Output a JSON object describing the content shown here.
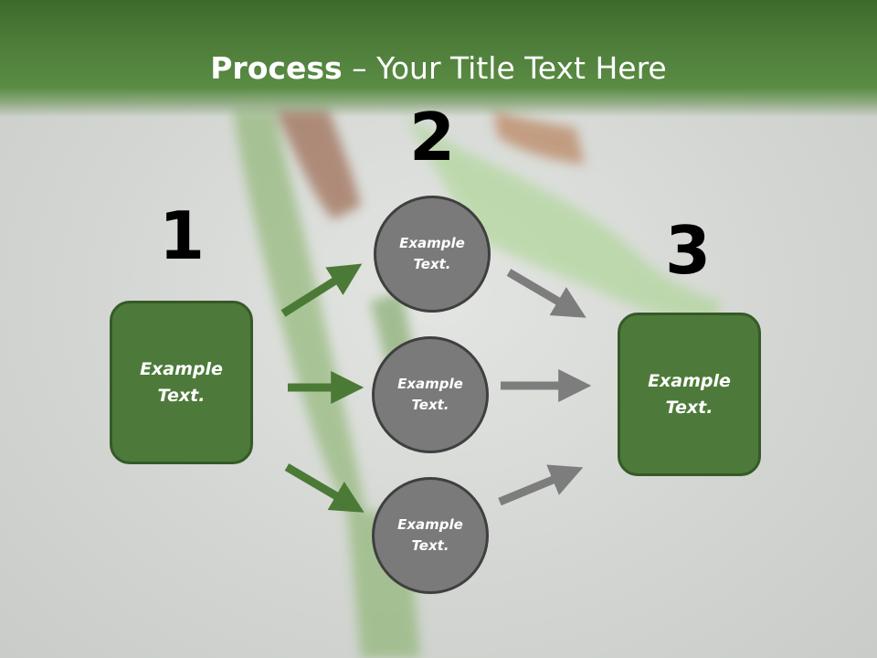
{
  "title": {
    "bold": "Process",
    "rest": " – Your Title Text Here"
  },
  "steps": [
    {
      "number": "1",
      "box": {
        "line1": "Example",
        "line2": "Text."
      }
    },
    {
      "number": "2",
      "circles": [
        {
          "line1": "Example",
          "line2": "Text."
        },
        {
          "line1": "Example",
          "line2": "Text."
        },
        {
          "line1": "Example",
          "line2": "Text."
        }
      ]
    },
    {
      "number": "3",
      "box": {
        "line1": "Example",
        "line2": "Text."
      }
    }
  ],
  "colors": {
    "header_green": "#4c7c38",
    "box_fill": "#4d7a3a",
    "box_border": "#355a27",
    "circle_fill": "#7a7a7a",
    "circle_border": "#3f3f3f",
    "arrow_green": "#4b7a37",
    "arrow_gray": "#7d7d7d"
  }
}
